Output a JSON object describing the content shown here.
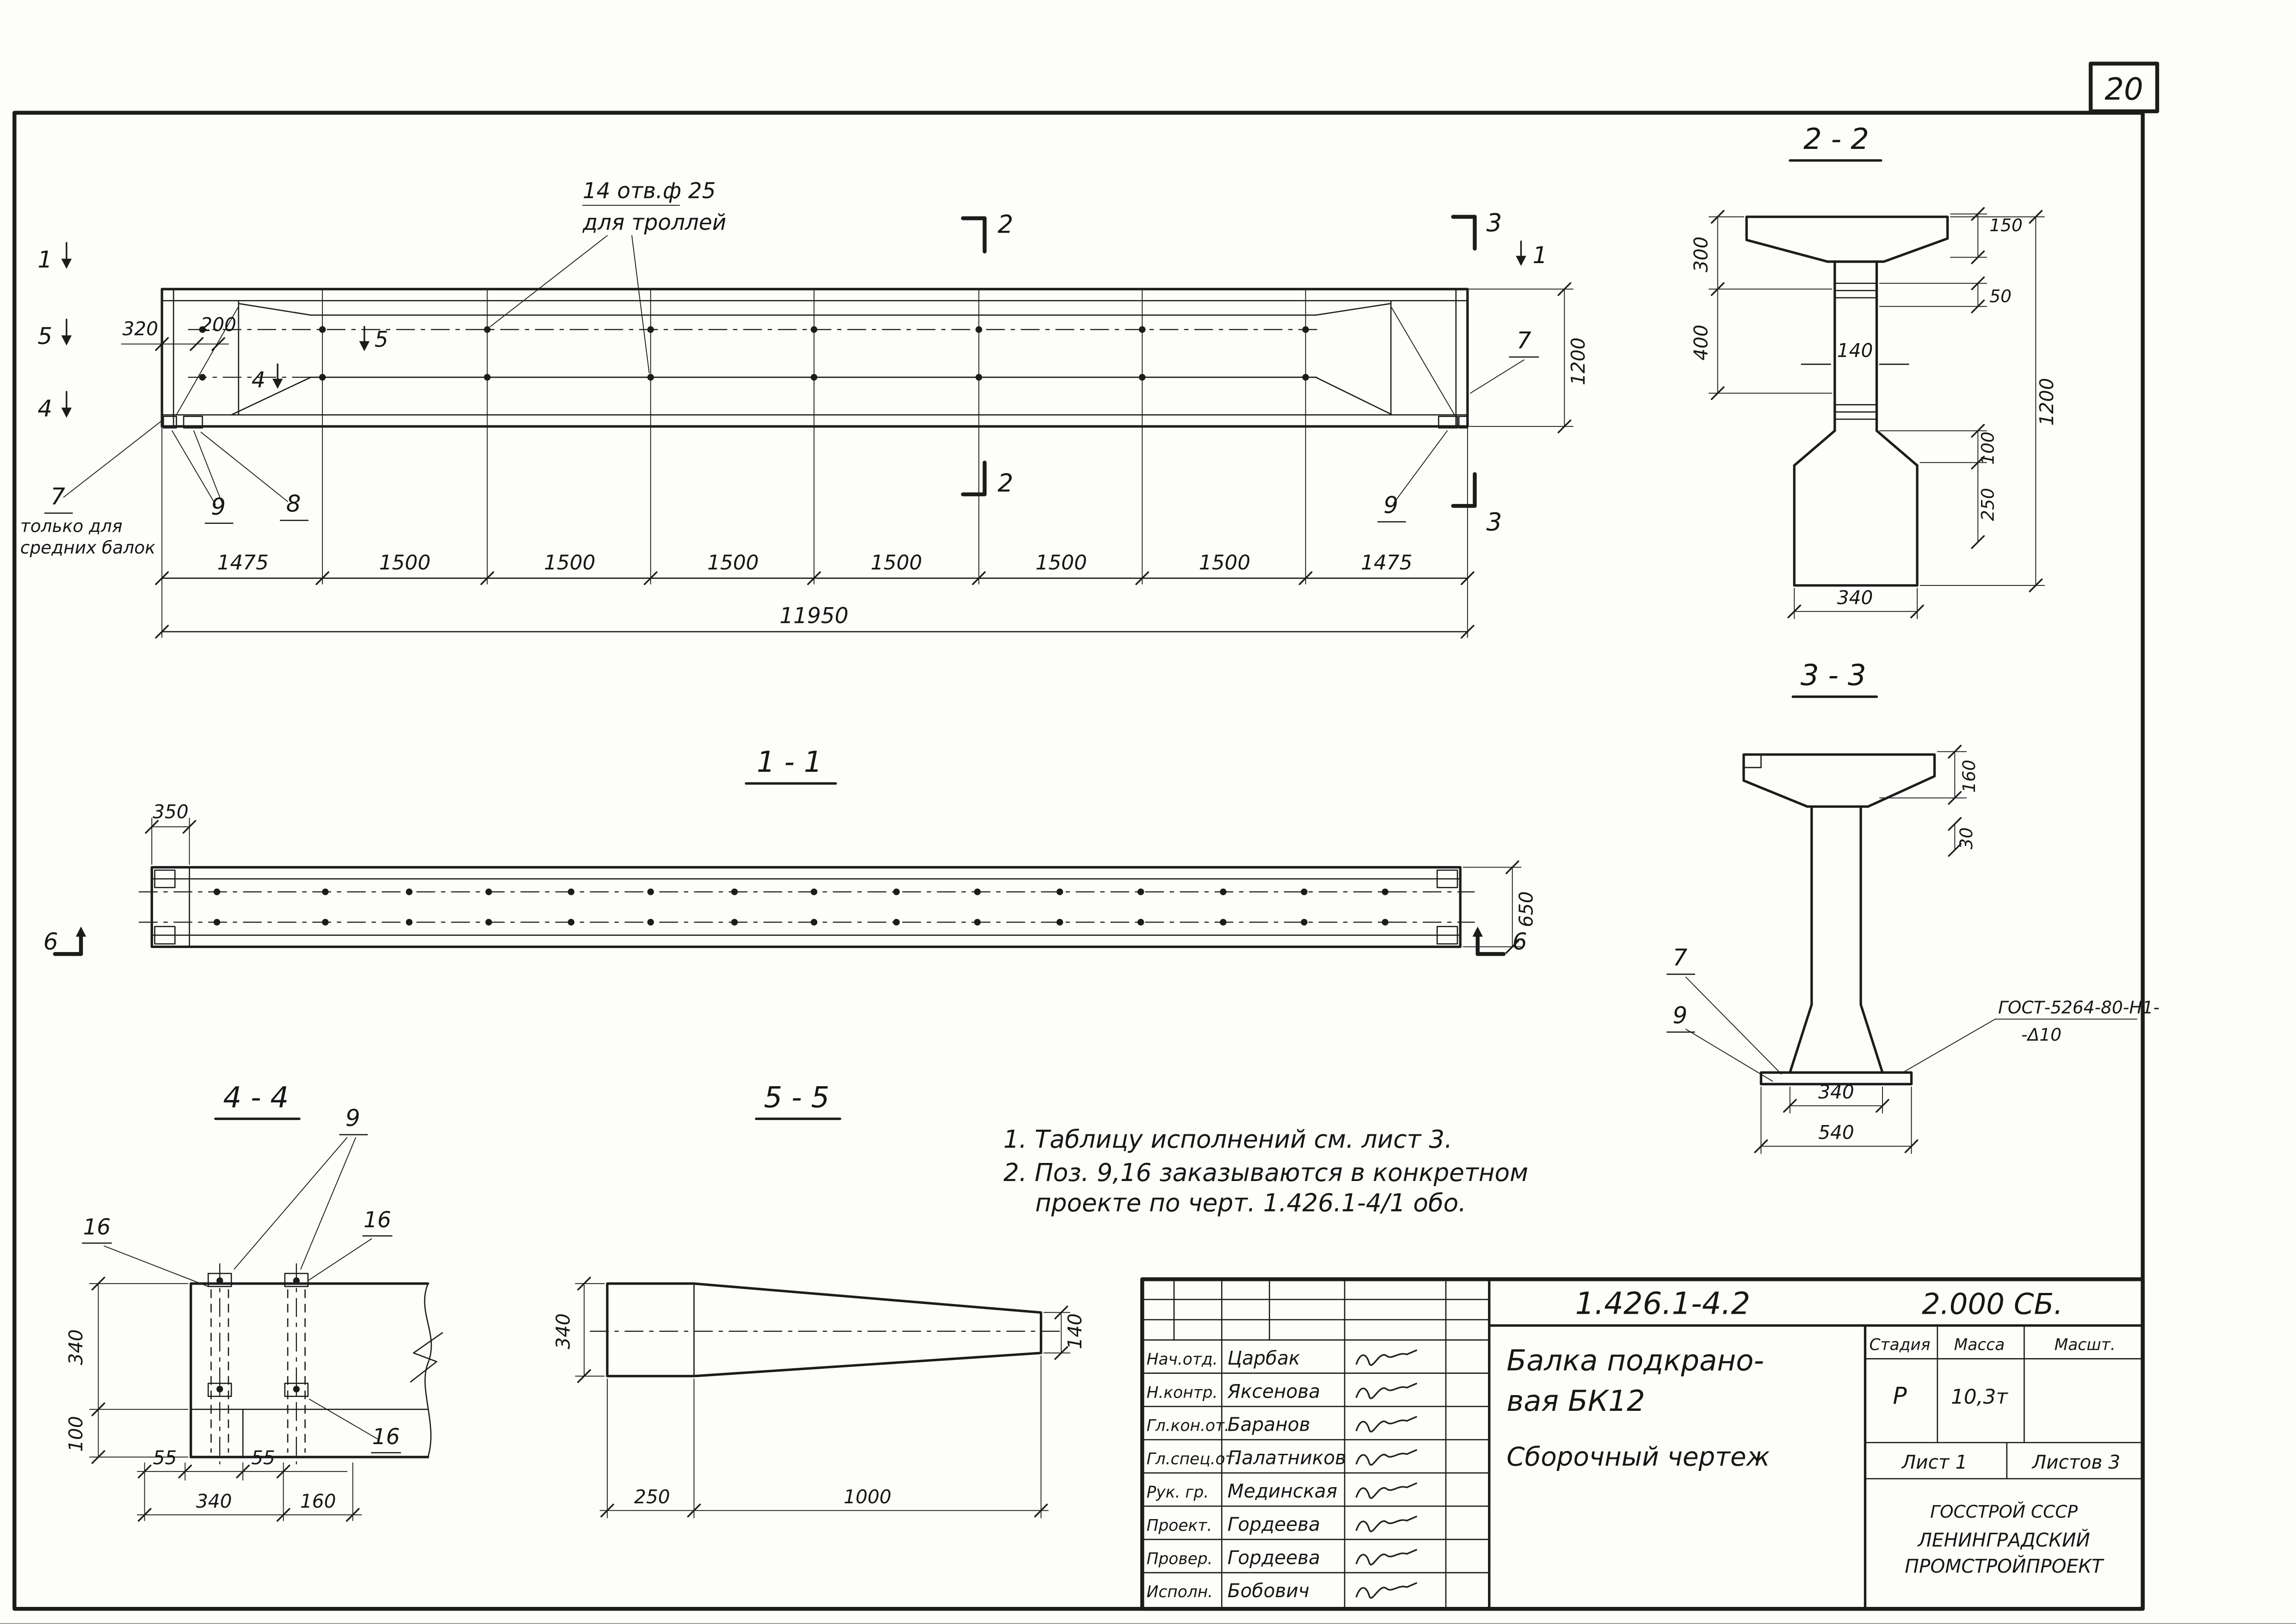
{
  "sheet_number": "20",
  "main_view": {
    "hole_note_line1": "14 отв.ф 25",
    "hole_note_line2": "для троллей",
    "marker_left_1": "1",
    "marker_left_5": "5",
    "marker_left_4": "4",
    "marker_in_5": "5",
    "marker_in_4": "4",
    "marker_right_1": "1",
    "dim_320": "320",
    "dim_200": "200",
    "cut2_top": "2",
    "cut2_bot": "2",
    "cut3_top": "3",
    "cut3_bot": "3",
    "dim_1200": "1200",
    "label_7_right": "7",
    "label_7_left": "7",
    "note7_line1": "только для",
    "note7_line2": "средних балок",
    "label_9_left": "9",
    "label_8": "8",
    "label_9_right": "9",
    "dims_segments": [
      "1475",
      "1500",
      "1500",
      "1500",
      "1500",
      "1500",
      "1500",
      "1475"
    ],
    "dim_total": "11950"
  },
  "section_2_2": {
    "title": "2 - 2",
    "dim_300": "300",
    "dim_400": "400",
    "dim_150": "150",
    "dim_50": "50",
    "dim_140": "140",
    "dim_100": "100",
    "dim_250": "250",
    "dim_1200": "1200",
    "dim_340": "340"
  },
  "section_1_1": {
    "title": "1 - 1",
    "dim_350": "350",
    "dim_650": "650",
    "marker_6_left": "6",
    "marker_6_right": "6"
  },
  "section_3_3": {
    "title": "3 - 3",
    "dim_160": "160",
    "dim_30": "30",
    "label_7": "7",
    "label_9": "9",
    "weld_note_line1": "ГОСТ-5264-80-Н1-",
    "weld_note_line2": "-Δ10",
    "dim_340": "340",
    "dim_540": "540"
  },
  "section_4_4": {
    "title": "4 - 4",
    "label_9": "9",
    "label_16_a": "16",
    "label_16_b": "16",
    "label_16_c": "16",
    "dim_340_v": "340",
    "dim_100": "100",
    "dim_55_a": "55",
    "dim_55_b": "55",
    "dim_340_h": "340",
    "dim_160": "160"
  },
  "section_5_5": {
    "title": "5 - 5",
    "dim_340": "340",
    "dim_140": "140",
    "dim_250": "250",
    "dim_1000": "1000"
  },
  "notes": {
    "line1": "1. Таблицу исполнений  см. лист 3.",
    "line2": "2. Поз. 9,16 заказываются в конкретном",
    "line3": "проекте по черт. 1.426.1-4/1 обо."
  },
  "title_block": {
    "doc_number": "1.426.1-4.2",
    "doc_suffix": "2.000 СБ.",
    "title_line1": "Балка подкрано-",
    "title_line2": "вая БК12",
    "title_line3": "Сборочный  чертеж",
    "stage_label": "Стадия",
    "mass_label": "Масса",
    "scale_label": "Масшт.",
    "stage_value": "Р",
    "mass_value": "10,3т",
    "sheet_label": "Лист 1",
    "sheets_label": "Листов 3",
    "org_line1": "ГОССТРОЙ СССР",
    "org_line2": "ЛЕНИНГРАДСКИЙ",
    "org_line3": "ПРОМСТРОЙПРОЕКТ",
    "signatures": [
      {
        "role": "Нач.отд.",
        "name": "Царбак"
      },
      {
        "role": "Н.контр.",
        "name": "Яксенова"
      },
      {
        "role": "Гл.кон.от.",
        "name": "Баранов"
      },
      {
        "role": "Гл.спец.от.",
        "name": "Палатников"
      },
      {
        "role": "Рук. гр.",
        "name": "Мединская"
      },
      {
        "role": "Проект.",
        "name": "Гордеева"
      },
      {
        "role": "Провер.",
        "name": "Гордеева"
      },
      {
        "role": "Исполн.",
        "name": "Бобович"
      }
    ]
  }
}
